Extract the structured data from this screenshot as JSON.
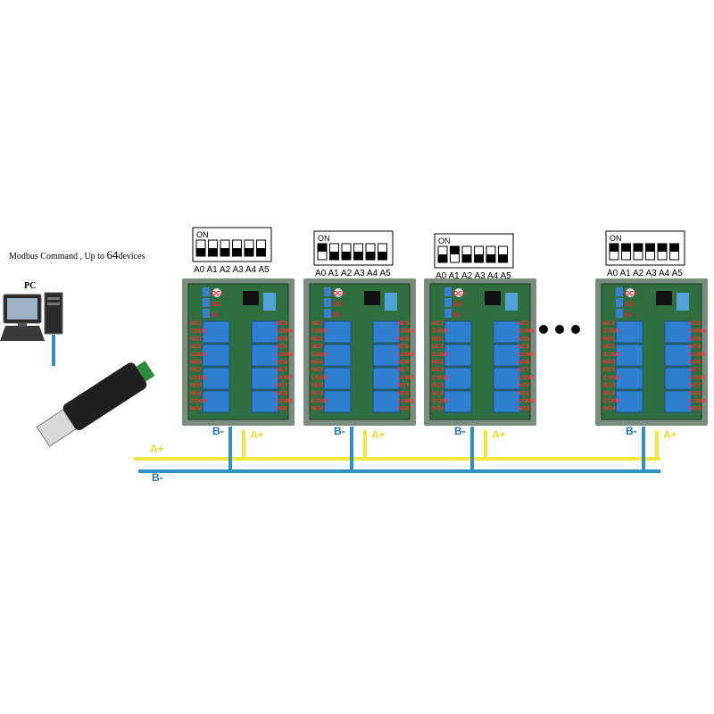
{
  "caption": {
    "prefix": "Modbus Command , Up to ",
    "count": "64",
    "suffix": "devices"
  },
  "pc_label": "PC",
  "switch_labels": [
    "A0",
    "A1",
    "A2",
    "A3",
    "A4",
    "A5"
  ],
  "switch_on_label": "ON",
  "bus_labels": {
    "a_plus": "A+",
    "b_minus": "B-"
  },
  "board_labels": {
    "inputs": [
      "DC+",
      "DC-",
      "IN"
    ],
    "relays": [
      "NC1",
      "COM1",
      "NO1",
      "NC2",
      "COM2",
      "NO2",
      "NC3",
      "COM3",
      "NO3",
      "NC4",
      "COM4",
      "NO4",
      "NC5",
      "COM5",
      "NO5",
      "NC6",
      "COM6",
      "NO6",
      "NC7",
      "COM7",
      "NO7",
      "NC8",
      "COM8",
      "NO8"
    ]
  },
  "devices": [
    {
      "id": "device-1",
      "dip_states": [
        "up",
        "up",
        "up",
        "up",
        "up",
        "up"
      ]
    },
    {
      "id": "device-2",
      "dip_states": [
        "down",
        "up",
        "up",
        "up",
        "up",
        "up"
      ]
    },
    {
      "id": "device-3",
      "dip_states": [
        "up",
        "down",
        "up",
        "up",
        "up",
        "up"
      ]
    },
    {
      "id": "device-n",
      "dip_states": [
        "down",
        "down",
        "down",
        "down",
        "down",
        "down"
      ]
    }
  ],
  "colors": {
    "a_plus_wire": "#f2e640",
    "b_minus_wire": "#2f8fc6",
    "a_plus_label": "#e9dc2a",
    "b_minus_label": "#2576b0",
    "board_green": "#2f6f3f",
    "relay_blue": "#2f7fd0",
    "rail": "#7a8c7e"
  }
}
